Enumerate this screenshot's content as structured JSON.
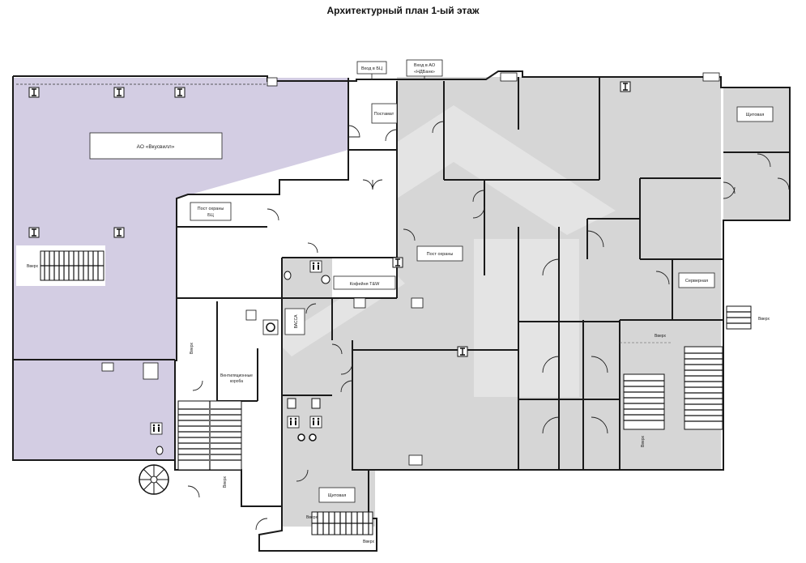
{
  "title": "Архитектурный план 1-ый этаж",
  "entrances": {
    "bc": "Вход в БЦ",
    "bank_line1": "Вход в АО",
    "bank_line2": "«НДБанк»"
  },
  "rooms": {
    "vkusvill": "АО «Вкусвилл»",
    "shchitovaya": "Щитовая",
    "post_bc_line1": "Пост охраны",
    "post_bc_line2": "БЦ",
    "postamat": "Постамат",
    "post_guard": "Пост охраны",
    "coffee": "Кофейня T&W",
    "server": "Серверная",
    "vent_line1": "Вентиляционные",
    "vent_line2": "короба",
    "shchitovaya_bottom": "Щитовая",
    "vasca": "ВАССА"
  },
  "stairs": {
    "up": "Вверх"
  },
  "colors": {
    "tenant_fill": "#d3cde3",
    "grey_fill": "#d6d6d6",
    "white_fill": "#ffffff",
    "wall": "#1a1a1a"
  }
}
